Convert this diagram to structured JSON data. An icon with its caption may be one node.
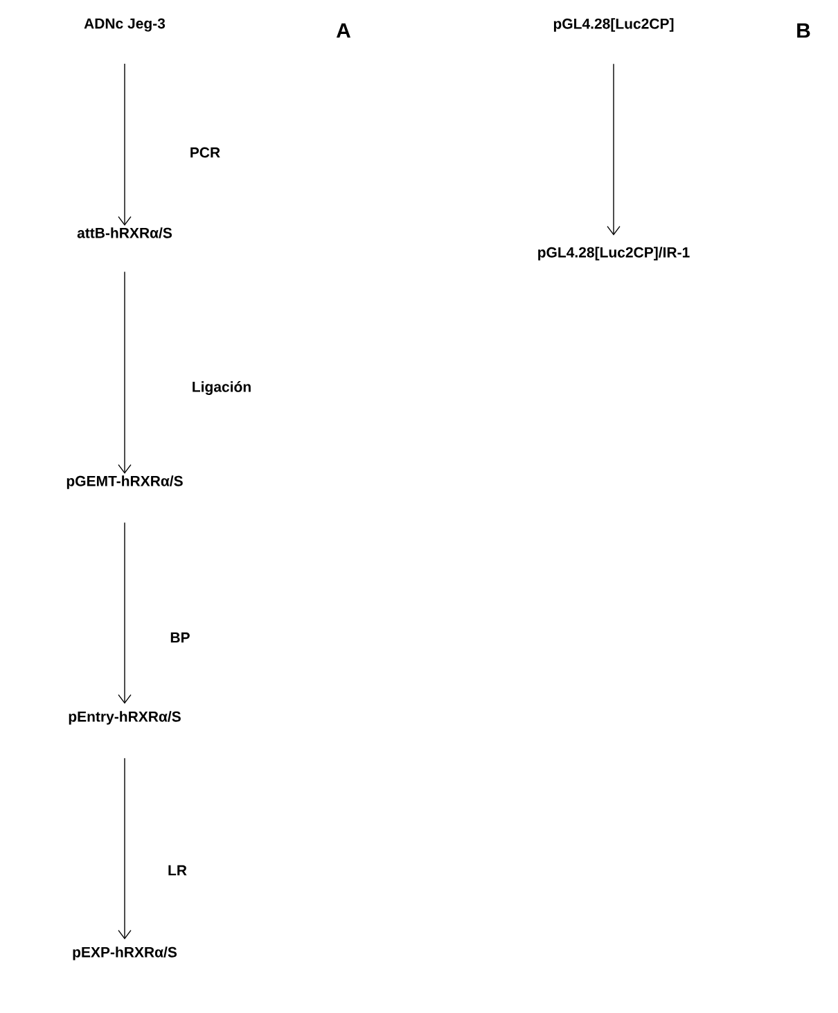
{
  "diagram": {
    "nodes": [
      {
        "text": [
          "ADNc Jeg-3"
        ]
      },
      {
        "text": [
          "attB-hRXRα/S"
        ]
      },
      {
        "text": [
          "pGEMT-hRXRα/S"
        ]
      },
      {
        "text": [
          "pEntry-hRXRα/S"
        ]
      },
      {
        "text": [
          "pEXP-hRXRα/S"
        ]
      },
      {
        "text": [
          "pGL4.28[Luc2CP]"
        ]
      },
      {
        "text": [
          "pGL4.28[Luc2CP]/IR-1"
        ]
      }
    ],
    "edges": [
      {
        "from": 0,
        "to": 1,
        "arrow": "to",
        "label": "PCR"
      },
      {
        "from": 1,
        "to": 2,
        "arrow": "to",
        "label": "Ligación"
      },
      {
        "from": 2,
        "to": 3,
        "arrow": "to",
        "label": "BP"
      },
      {
        "from": 3,
        "to": 4,
        "arrow": "to",
        "label": "LR"
      },
      {
        "from": 5,
        "to": 6,
        "arrow": "to"
      }
    ],
    "labels": [
      "A",
      "B"
    ]
  }
}
